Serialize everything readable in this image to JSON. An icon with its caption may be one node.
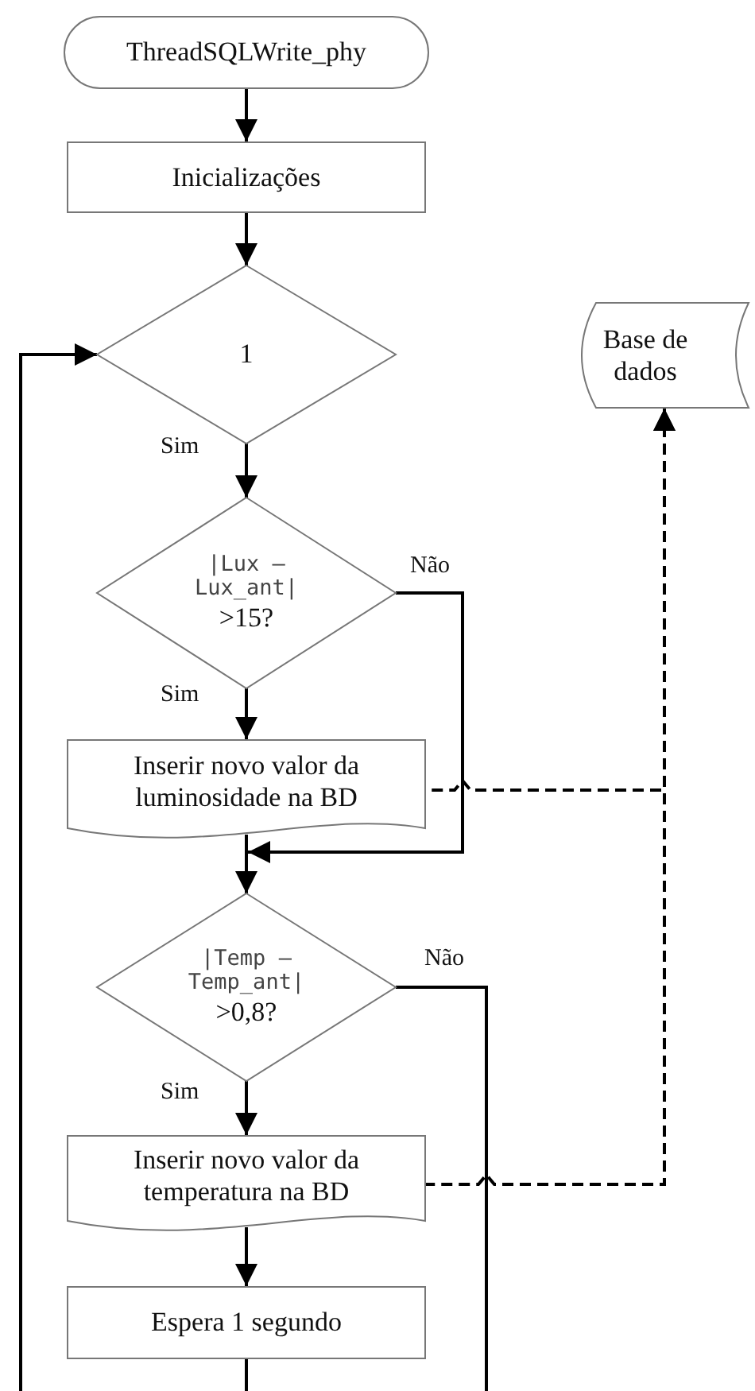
{
  "diagram": {
    "nodes": [
      {
        "text": [
          "ThreadSQLWrite_phy"
        ]
      },
      {
        "text": [
          "Inicializações"
        ]
      },
      {
        "text": [
          "1"
        ]
      },
      {
        "text": [
          "|Lux – Lux_ant|",
          ">15?"
        ]
      },
      {
        "text": [
          "Inserir novo valor da luminosidade na BD"
        ]
      },
      {
        "text": [
          "|Temp – Temp_ant|",
          ">0,8?"
        ]
      },
      {
        "text": [
          "Inserir novo valor da temperatura na BD"
        ]
      },
      {
        "text": [
          "Espera 1 segundo"
        ]
      },
      {
        "text": [
          "Base de dados"
        ]
      }
    ],
    "edges": [
      {
        "from": 0,
        "to": 1,
        "arrow": "to"
      },
      {
        "from": 1,
        "to": 2,
        "arrow": "to"
      },
      {
        "from": 2,
        "to": 3,
        "arrow": "to",
        "label": "Sim"
      },
      {
        "from": 3,
        "to": 4,
        "arrow": "to",
        "label": "Sim"
      },
      {
        "from": 3,
        "to": 5,
        "arrow": "to",
        "label": "Não"
      },
      {
        "from": 4,
        "to": 5,
        "arrow": "to"
      },
      {
        "from": 5,
        "to": 6,
        "arrow": "to",
        "label": "Sim"
      },
      {
        "from": 6,
        "to": 7,
        "arrow": "to"
      },
      {
        "from": 4,
        "to": 8,
        "arrow": "to",
        "style": "dashed"
      },
      {
        "from": 6,
        "to": 8,
        "arrow": "to",
        "style": "dashed"
      },
      {
        "from": null,
        "to": 2,
        "arrow": "to"
      },
      {
        "from": 5,
        "to": null,
        "arrow": "none",
        "label": "Não"
      },
      {
        "from": 7,
        "to": null,
        "arrow": "none"
      }
    ]
  }
}
